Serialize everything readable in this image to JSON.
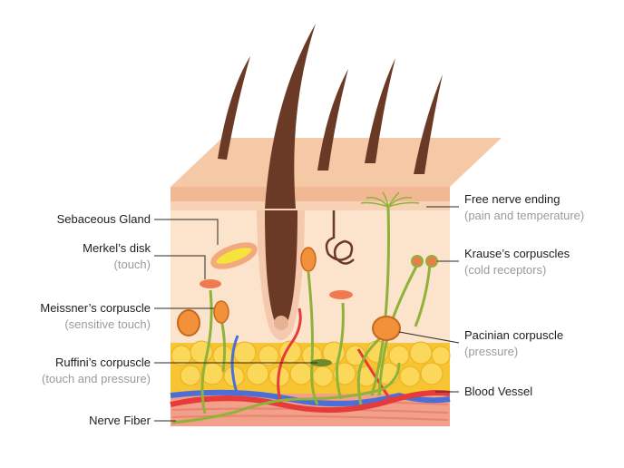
{
  "labels_left": [
    {
      "id": "sebaceous-gland",
      "text": "Sebaceous Gland",
      "sub": ""
    },
    {
      "id": "merkels-disk",
      "text": "Merkel’s disk",
      "sub": "(touch)"
    },
    {
      "id": "meissners-corpuscle",
      "text": "Meissner’s corpuscle",
      "sub": "(sensitive touch)"
    },
    {
      "id": "ruffinis-corpuscle",
      "text": "Ruffini’s corpuscle",
      "sub": "(touch and pressure)"
    },
    {
      "id": "nerve-fiber",
      "text": "Nerve Fiber",
      "sub": ""
    }
  ],
  "labels_right": [
    {
      "id": "free-nerve-ending",
      "text": "Free nerve ending",
      "sub": "(pain and temperature)"
    },
    {
      "id": "krauses-corpuscles",
      "text": "Krause’s corpuscles",
      "sub": "(cold receptors)"
    },
    {
      "id": "pacinian-corpuscle",
      "text": "Pacinian corpuscle",
      "sub": "(pressure)"
    },
    {
      "id": "blood-vessel",
      "text": "Blood Vessel",
      "sub": ""
    }
  ],
  "colors": {
    "epidermis_top": "#f6c9a6",
    "epidermis_band": "#f2b894",
    "dermis": "#fbe3cc",
    "fat": "#f7c532",
    "fat_dark": "#e8a81e",
    "muscle": "#f08a76",
    "hair": "#6b3a26",
    "nerve": "#8fb23a",
    "artery": "#e53b3b",
    "vein": "#4a6fd8",
    "corpuscle": "#f2913a",
    "leader": "#2a2a2a"
  }
}
